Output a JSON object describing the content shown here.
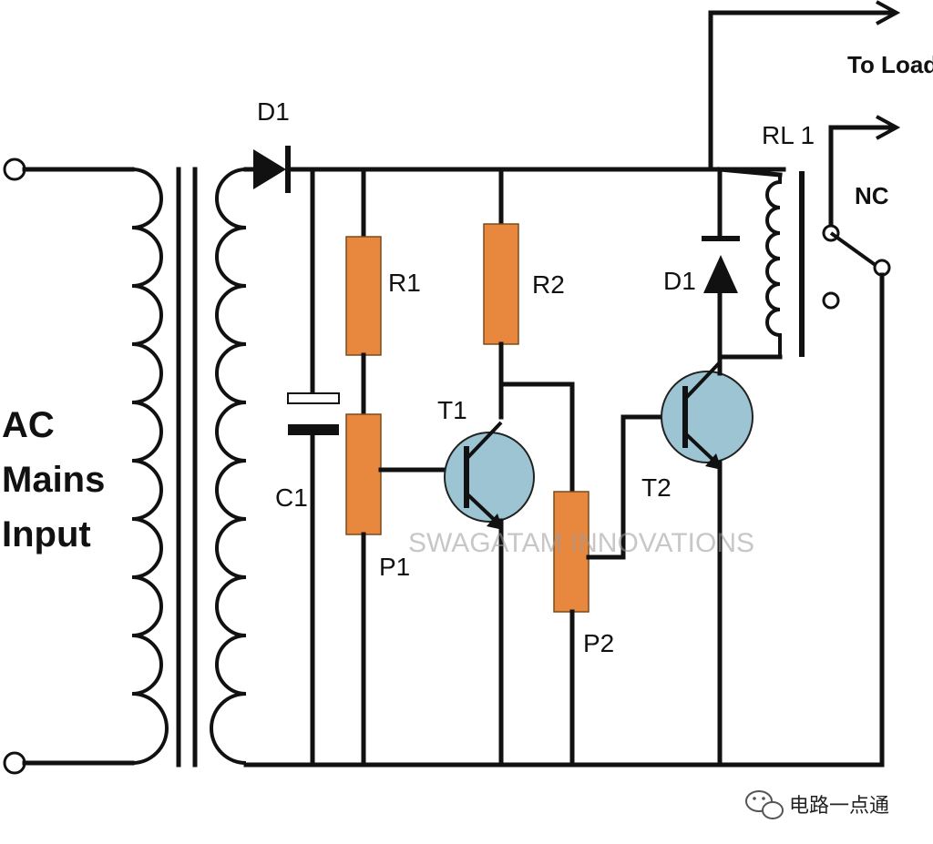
{
  "labels": {
    "ac_input": [
      "AC",
      "Mains",
      "Input"
    ],
    "d1_top": "D1",
    "d1_relay": "D1",
    "r1": "R1",
    "r2": "R2",
    "c1": "C1",
    "p1": "P1",
    "p2": "P2",
    "t1": "T1",
    "t2": "T2",
    "rl1": "RL 1",
    "nc": "NC",
    "to_load": "To Load"
  },
  "watermark": "SWAGATAM INNOVATIONS",
  "footer": {
    "source_name": "电路一点通",
    "source_icon": "wechat-icon"
  },
  "colors": {
    "resistor": "#e8883f",
    "transistor": "#9cc4d2",
    "wire": "#111111"
  }
}
